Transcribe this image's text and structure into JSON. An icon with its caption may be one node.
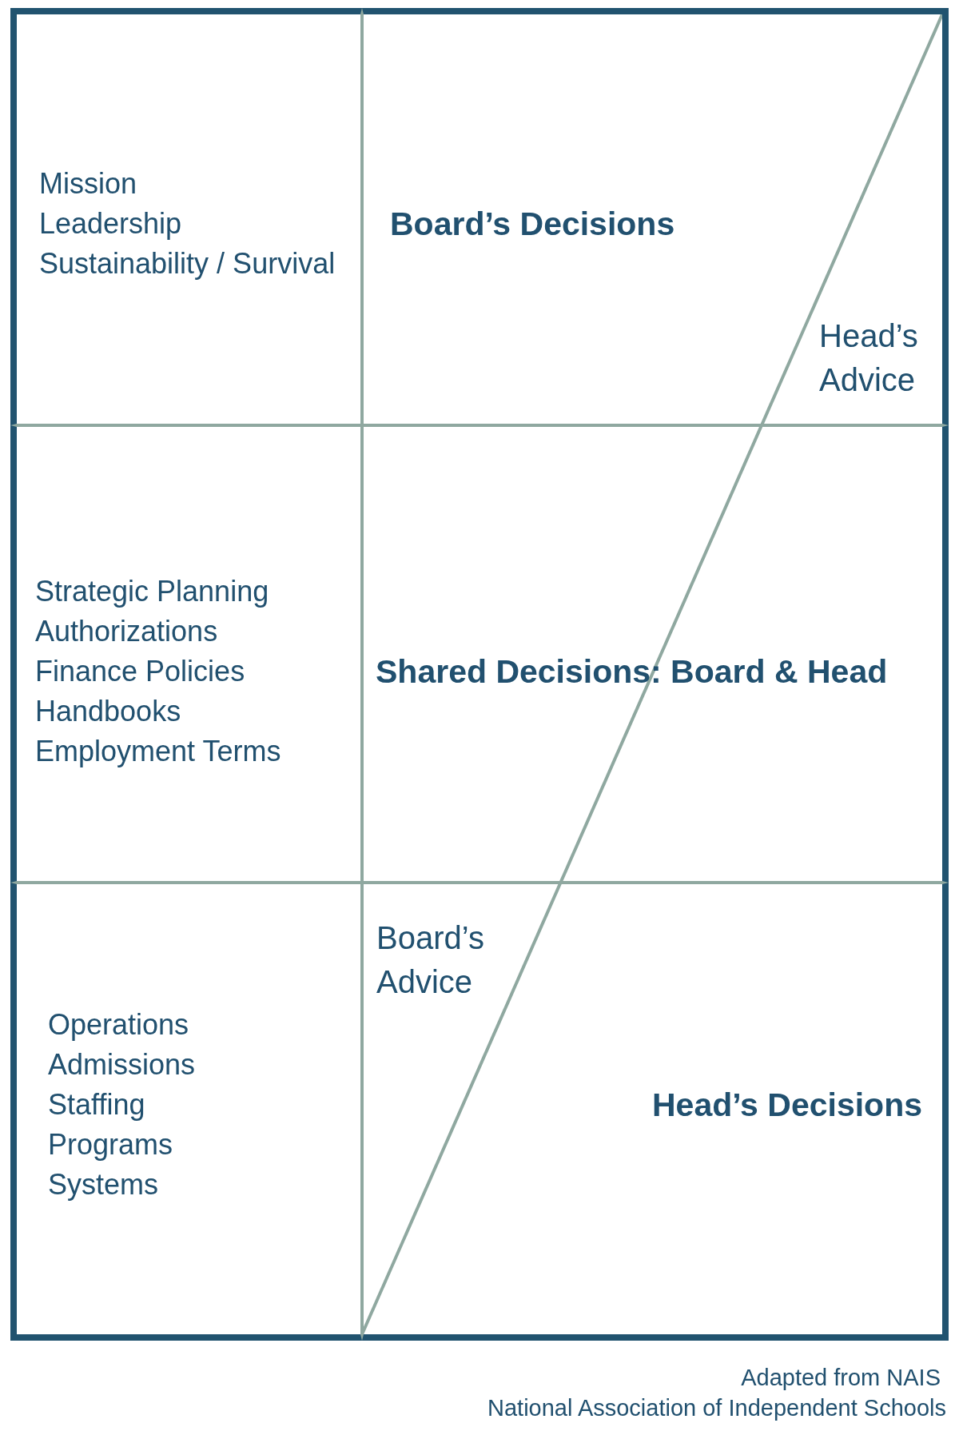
{
  "diagram": {
    "nodes": [
      {
        "text": [
          "Mission",
          "Leadership",
          "Sustainability / Survival"
        ]
      },
      {
        "text": [
          "Board’s Decisions",
          "Head’s Advice"
        ]
      },
      {
        "text": [
          "Strategic Planning",
          "Authorizations",
          "Finance Policies",
          "Handbooks",
          "Employment Terms"
        ]
      },
      {
        "text": [
          "Shared Decisions: Board & Head"
        ]
      },
      {
        "text": [
          "Operations",
          "Admissions",
          "Staffing",
          "Programs",
          "Systems"
        ]
      },
      {
        "text": [
          "Board’s Advice",
          "Head’s Decisions"
        ]
      }
    ],
    "labels": [
      "Adapted from NAIS",
      "National Association of Independent Schools"
    ]
  }
}
